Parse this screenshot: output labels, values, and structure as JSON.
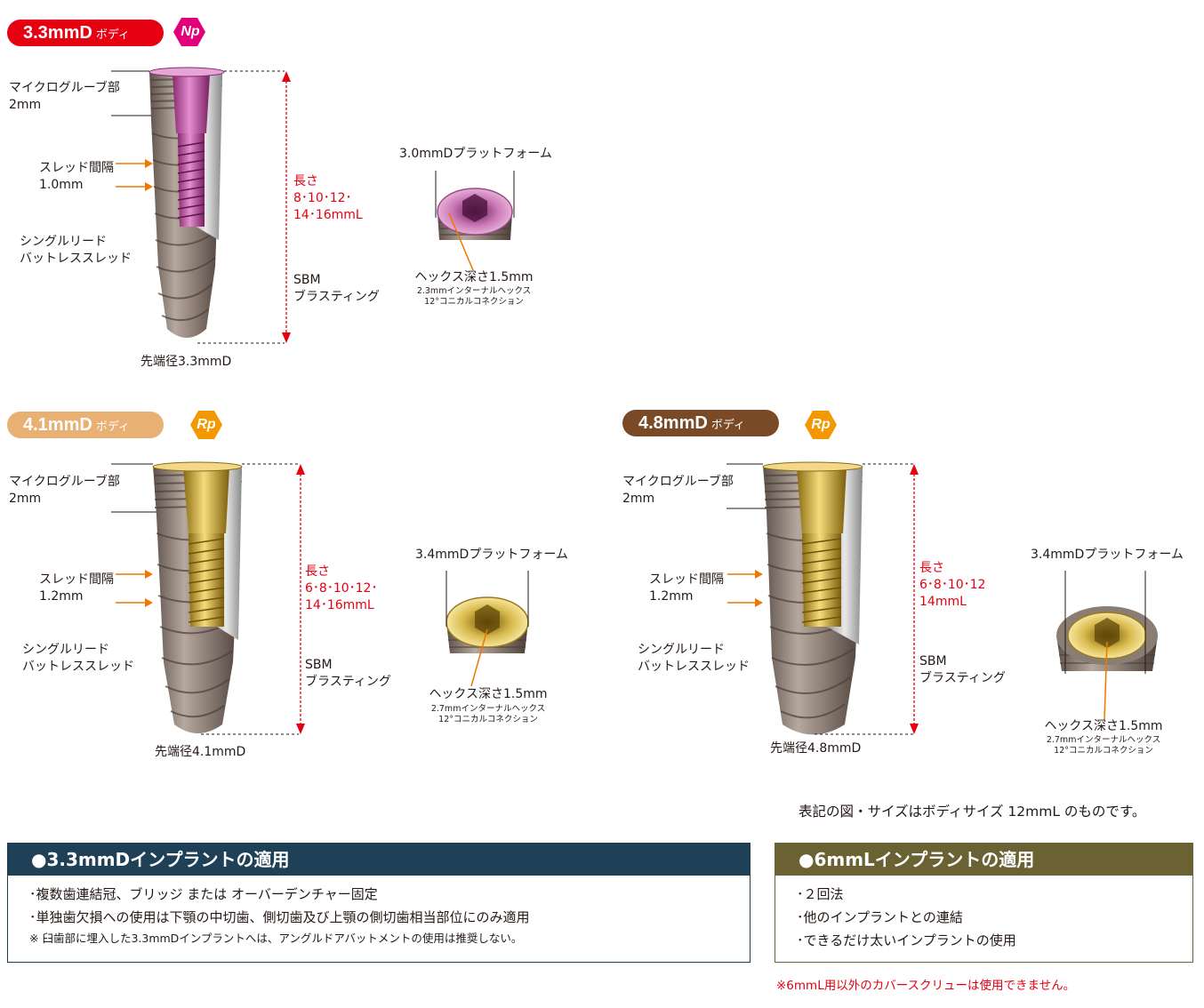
{
  "colors": {
    "red_body": "#e50012",
    "tan_body": "#e8b072",
    "brown_body": "#7a4a26",
    "np_badge": "#e2007a",
    "rp_badge": "#f39800",
    "accent_red": "#e60012",
    "box_navy": "#1e4158",
    "box_olive": "#6a6233"
  },
  "section_33": {
    "pill_main": "3.3mmD",
    "pill_sub": "ボディ",
    "badge": "Np",
    "microgroove_line1": "マイクログルーブ部",
    "microgroove_line2": "2mm",
    "thread_pitch_line1": "スレッド間隔",
    "thread_pitch_line2": "1.0mm",
    "thread_type_line1": "シングルリード",
    "thread_type_line2": "バットレススレッド",
    "length_line1": "長さ",
    "length_line2": "8･10･12･",
    "length_line3": "14･16mmL",
    "surface_line1": "SBM",
    "surface_line2": "ブラスティング",
    "apex": "先端径3.3mmD",
    "platform": "3.0mmDプラットフォーム",
    "hex_depth": "ヘックス深さ1.5mm",
    "hex_line1": "2.3mmインターナルヘックス",
    "hex_line2": "12°コニカルコネクション"
  },
  "section_41": {
    "pill_main": "4.1mmD",
    "pill_sub": "ボディ",
    "badge": "Rp",
    "microgroove_line1": "マイクログルーブ部",
    "microgroove_line2": "2mm",
    "thread_pitch_line1": "スレッド間隔",
    "thread_pitch_line2": "1.2mm",
    "thread_type_line1": "シングルリード",
    "thread_type_line2": "バットレススレッド",
    "length_line1": "長さ",
    "length_line2": "6･8･10･12･",
    "length_line3": "14･16mmL",
    "surface_line1": "SBM",
    "surface_line2": "ブラスティング",
    "apex": "先端径4.1mmD",
    "platform": "3.4mmDプラットフォーム",
    "hex_depth": "ヘックス深さ1.5mm",
    "hex_line1": "2.7mmインターナルヘックス",
    "hex_line2": "12°コニカルコネクション"
  },
  "section_48": {
    "pill_main": "4.8mmD",
    "pill_sub": "ボディ",
    "badge": "Rp",
    "microgroove_line1": "マイクログルーブ部",
    "microgroove_line2": "2mm",
    "thread_pitch_line1": "スレッド間隔",
    "thread_pitch_line2": "1.2mm",
    "thread_type_line1": "シングルリード",
    "thread_type_line2": "バットレススレッド",
    "length_line1": "長さ",
    "length_line2": "6･8･10･12",
    "length_line3": "14mmL",
    "surface_line1": "SBM",
    "surface_line2": "ブラスティング",
    "apex": "先端径4.8mmD",
    "platform": "3.4mmDプラットフォーム",
    "hex_depth": "ヘックス深さ1.5mm",
    "hex_line1": "2.7mmインターナルヘックス",
    "hex_line2": "12°コニカルコネクション"
  },
  "size_note": "表記の図・サイズはボディサイズ 12mmL のものです。",
  "box_33": {
    "title": "●3.3mmDインプラントの適用",
    "item1": "･複数歯連結冠、ブリッジ または オーバーデンチャー固定",
    "item2": "･単独歯欠損への使用は下顎の中切歯、側切歯及び上顎の側切歯相当部位にのみ適用",
    "note": "※ 臼歯部に埋入した3.3mmDインプラントへは、アングルドアバットメントの使用は推奨しない。"
  },
  "box_6": {
    "title": "●6mmLインプラントの適用",
    "item1": "･２回法",
    "item2": "･他のインプラントとの連結",
    "item3": "･できるだけ太いインプラントの使用"
  },
  "footnote": "※6mmL用以外のカバースクリューは使用できません。"
}
